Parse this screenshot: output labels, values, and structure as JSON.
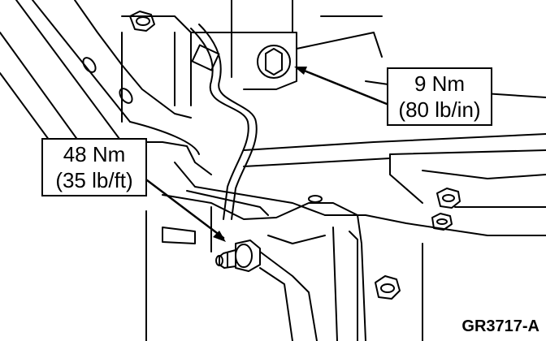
{
  "callouts": {
    "lower_left": {
      "torque_nm": "48 Nm",
      "torque_imperial": "(35 lb/ft)"
    },
    "upper_right": {
      "torque_nm": "9 Nm",
      "torque_imperial": "(80 lb/in)"
    }
  },
  "figure_id": "GR3717-A",
  "colors": {
    "line": "#000000",
    "fill": "#ffffff"
  }
}
